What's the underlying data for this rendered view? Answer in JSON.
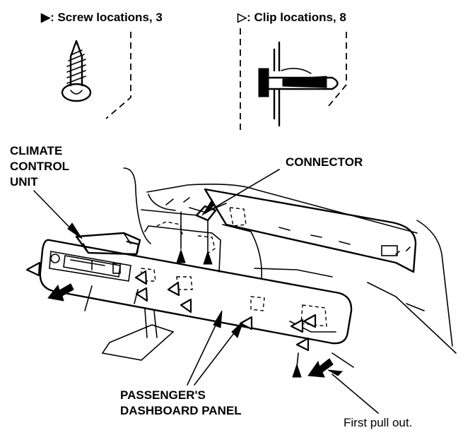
{
  "legend": {
    "screw_label": "▶: Screw locations, 3",
    "clip_label": "▷: Clip locations, 8"
  },
  "callouts": {
    "climate_control_unit": "CLIMATE\nCONTROL\nUNIT",
    "connector": "CONNECTOR",
    "passenger_panel": "PASSENGER'S\nDASHBOARD PANEL",
    "first_pull_out": "First pull out."
  },
  "colors": {
    "ink": "#000000",
    "paper": "#ffffff"
  }
}
